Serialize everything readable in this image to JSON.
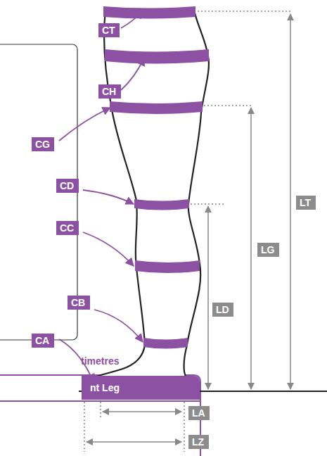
{
  "diagram": {
    "nodes": [
      {
        "text": [
          "CT"
        ]
      },
      {
        "text": [
          "CH"
        ]
      },
      {
        "text": [
          "CG"
        ]
      },
      {
        "text": [
          "CD"
        ]
      },
      {
        "text": [
          "CC"
        ]
      },
      {
        "text": [
          "CB"
        ]
      },
      {
        "text": [
          "CA"
        ]
      },
      {
        "text": [
          "LT"
        ]
      },
      {
        "text": [
          "LG"
        ]
      },
      {
        "text": [
          "LD"
        ]
      },
      {
        "text": [
          "LA"
        ]
      },
      {
        "text": [
          "LZ"
        ]
      },
      {
        "text": [
          "nt Leg"
        ]
      }
    ],
    "labels": [
      "timetres"
    ]
  }
}
